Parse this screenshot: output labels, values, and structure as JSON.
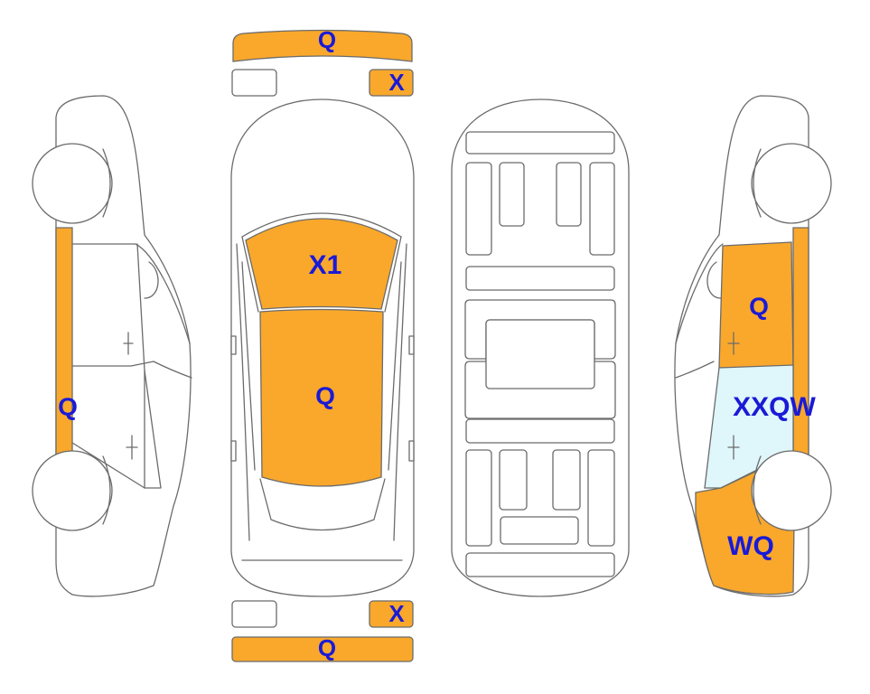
{
  "colors": {
    "damage": "#f9a82c",
    "highlight": "#dff6fb",
    "line": "#6b6b6b",
    "label": "#1a1ad6"
  },
  "panels": {
    "front_bumper": {
      "label": "Q",
      "marked": true
    },
    "front_light_left": {
      "label": "",
      "marked": false
    },
    "front_light_right": {
      "label": "X",
      "marked": true
    },
    "hood": {
      "label": "X1",
      "marked": true
    },
    "roof": {
      "label": "Q",
      "marked": true
    },
    "rear_light_left": {
      "label": "",
      "marked": false
    },
    "rear_light_right": {
      "label": "X",
      "marked": true
    },
    "rear_bumper": {
      "label": "Q",
      "marked": true
    },
    "left_rocker": {
      "label": "Q",
      "marked": true
    },
    "right_front_door": {
      "label": "Q",
      "marked": true
    },
    "right_rear_door": {
      "label": "XXQW",
      "marked": true
    },
    "right_rear_quarter": {
      "label": "WQ",
      "marked": true
    }
  }
}
